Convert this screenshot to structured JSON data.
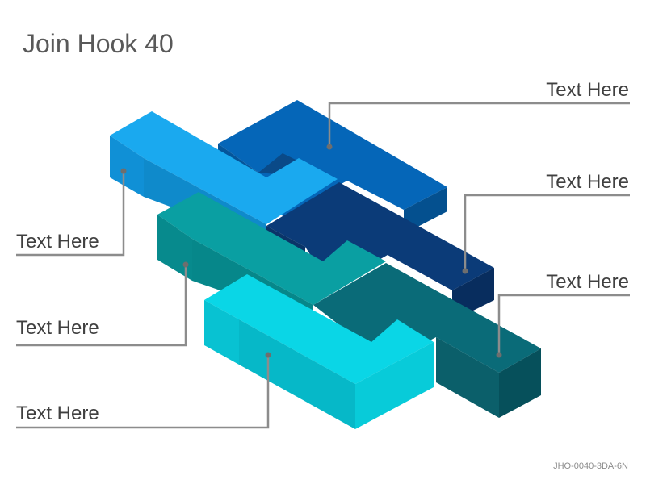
{
  "title": "Join Hook 40",
  "footer_code": "JHO-0040-3DA-6N",
  "labels": [
    {
      "text": "Text Here"
    },
    {
      "text": "Text Here"
    },
    {
      "text": "Text Here"
    },
    {
      "text": "Text Here"
    },
    {
      "text": "Text Here"
    },
    {
      "text": "Text Here"
    }
  ],
  "colors": {
    "piece_dark_blue": "#0566b8",
    "piece_navy": "#0b3b78",
    "piece_light_blue": "#1aa9ef",
    "piece_teal": "#0a9fa2",
    "piece_dark_teal": "#0a6b78",
    "piece_cyan": "#0ad6e6",
    "leader_line": "#8c8c8c",
    "text": "#404040",
    "title": "#595959"
  }
}
